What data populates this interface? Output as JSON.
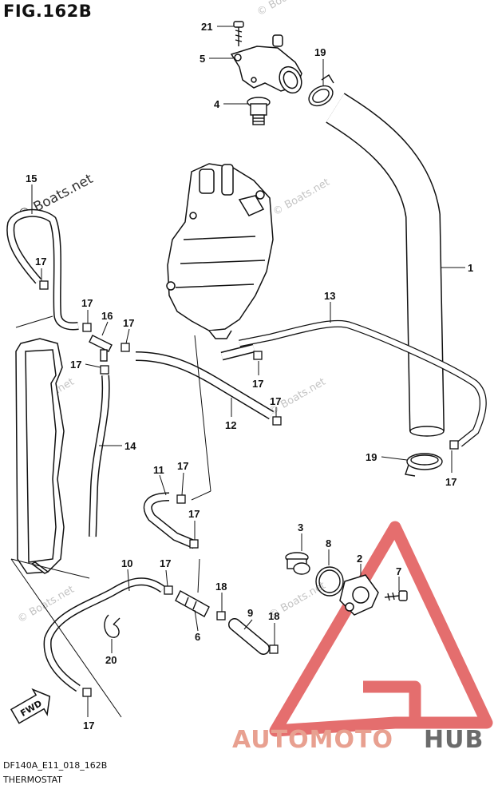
{
  "figure": {
    "title": "FIG.162B",
    "code": "DF140A_E11_018_162B",
    "name": "THERMOSTAT"
  },
  "watermarks": {
    "main": "© Boats.net",
    "repeat": "© Boats.net"
  },
  "fwd_label": "FWD",
  "brand": {
    "part1": "AUTOMOTO",
    "part2": "HUB",
    "color1": "#e8a090",
    "color2": "#6b6b6b",
    "logo_color": "#e05555"
  },
  "callouts": {
    "c1": "1",
    "c2": "2",
    "c3": "3",
    "c4": "4",
    "c5": "5",
    "c6": "6",
    "c7": "7",
    "c8": "8",
    "c9": "9",
    "c10": "10",
    "c11": "11",
    "c12": "12",
    "c13": "13",
    "c14": "14",
    "c15": "15",
    "c16": "16",
    "c17": "17",
    "c18": "18",
    "c19": "19",
    "c20": "20",
    "c21": "21"
  }
}
